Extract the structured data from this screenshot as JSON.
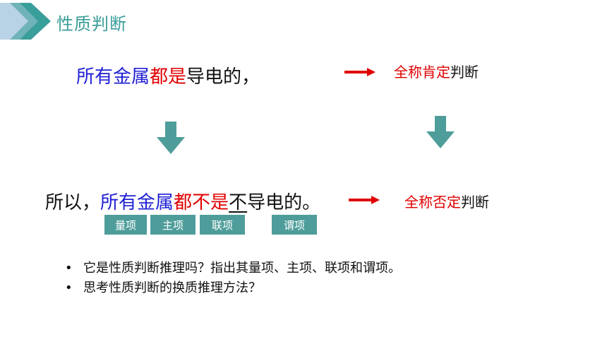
{
  "header": {
    "title": "性质判断"
  },
  "line1": {
    "p1": "所有金属",
    "p2": "都是",
    "p3": "导电的，"
  },
  "line2": {
    "p0": "所以，",
    "p1": "所有金属",
    "p2": "都不是",
    "p3": "不",
    "p4": "导电的。"
  },
  "right1": {
    "red": "全称肯定",
    "black": "判断"
  },
  "right2": {
    "red": "全称否定",
    "black": "判断"
  },
  "tags": {
    "t1": "量项",
    "t2": "主项",
    "t3": "联项",
    "t4": "谓项"
  },
  "bullets": {
    "b1": "它是性质判断推理吗？指出其量项、主项、联项和谓项。",
    "b2": "思考性质判断的换质推理方法？",
    "marker": "•"
  },
  "colors": {
    "accent": "#4e9d9a",
    "red": "#e00000",
    "blue": "#1f1fd6"
  },
  "icons": {
    "logo": "play-chevron-icon",
    "arrow_right": "red-arrow-right-icon",
    "arrow_down": "teal-arrow-down-icon"
  }
}
